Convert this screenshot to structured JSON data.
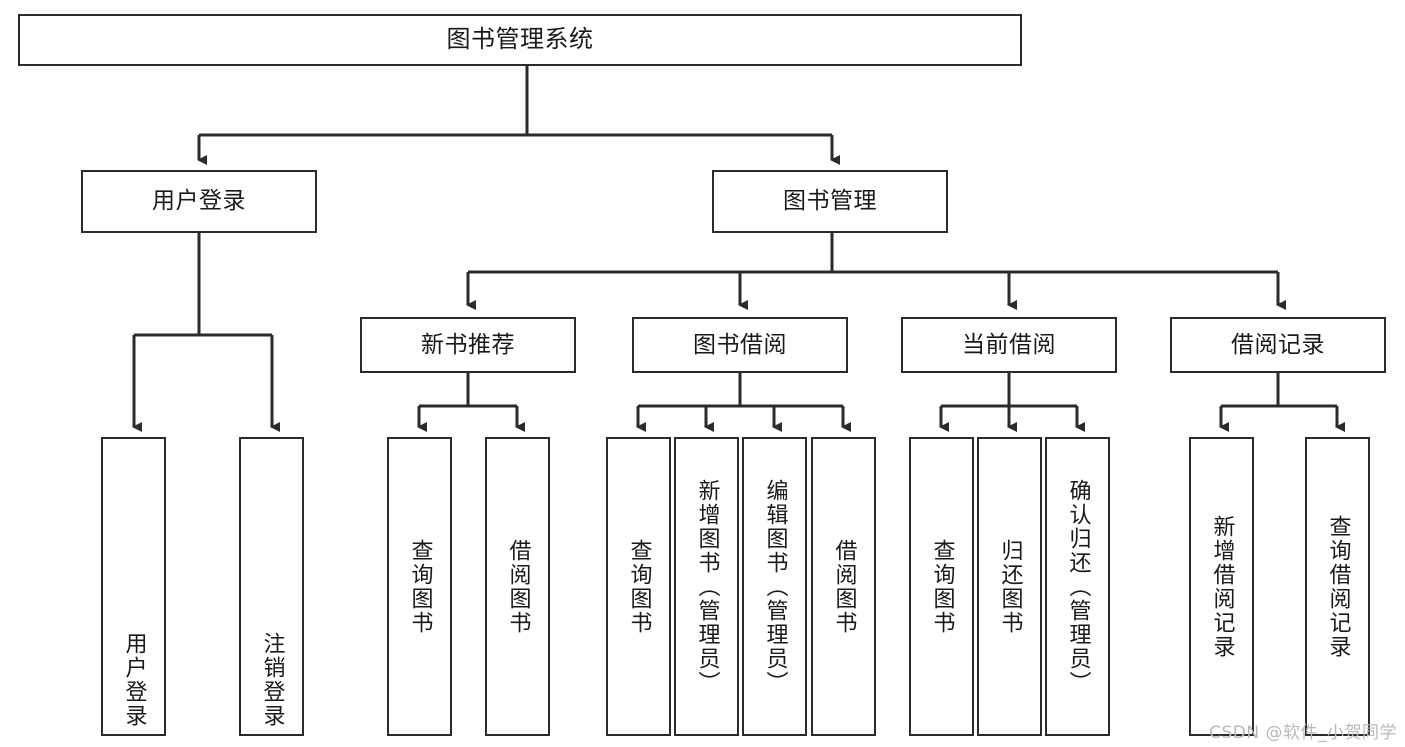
{
  "diagram": {
    "title": "图书管理系统",
    "type": "tree-hierarchy-chart",
    "orientation": "top-down",
    "box_fill": "#ffffff",
    "box_stroke": "#2b2b2b",
    "connector_color": "#2b2b2b",
    "background": "#ffffff"
  },
  "root": {
    "label": "图书管理系统"
  },
  "level2": [
    {
      "label": "用户登录"
    },
    {
      "label": "图书管理"
    }
  ],
  "level3": [
    {
      "label": "新书推荐"
    },
    {
      "label": "图书借阅"
    },
    {
      "label": "当前借阅"
    },
    {
      "label": "借阅记录"
    }
  ],
  "leaves": {
    "user_login": [
      {
        "label": "用户登录"
      },
      {
        "label": "注销登录"
      }
    ],
    "new_book": [
      {
        "label": "查询图书"
      },
      {
        "label": "借阅图书"
      }
    ],
    "borrow_book": [
      {
        "label": "查询图书"
      },
      {
        "label": "新增图书（管理员）"
      },
      {
        "label": "编辑图书（管理员）"
      },
      {
        "label": "借阅图书"
      }
    ],
    "current_borrow": [
      {
        "label": "查询图书"
      },
      {
        "label": "归还图书"
      },
      {
        "label": "确认归还（管理员）"
      }
    ],
    "borrow_record": [
      {
        "label": "新增借阅记录"
      },
      {
        "label": "查询借阅记录"
      }
    ]
  },
  "watermark": {
    "text": "CSDN @软件_小贺同学"
  }
}
